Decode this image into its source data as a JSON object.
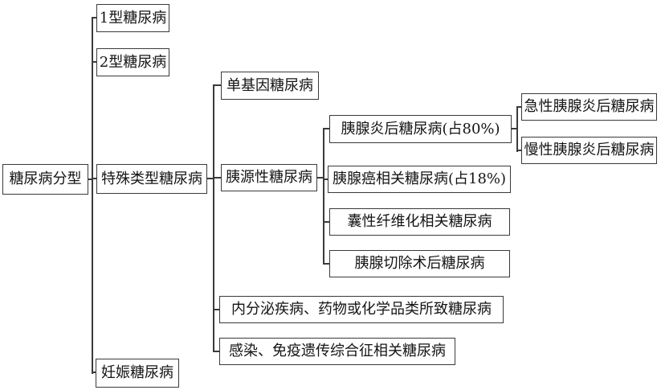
{
  "colors": {
    "background": "#ffffff",
    "line": "#3a3a3a",
    "text": "#141414"
  },
  "tree": {
    "label": "糖尿病分型",
    "children": [
      {
        "label": "1型糖尿病"
      },
      {
        "label": "2型糖尿病"
      },
      {
        "label": "特殊类型糖尿病",
        "children": [
          {
            "label": "单基因糖尿病"
          },
          {
            "label": "胰源性糖尿病",
            "children": [
              {
                "label": "胰腺炎后糖尿病(占80%)",
                "children": [
                  {
                    "label": "急性胰腺炎后糖尿病"
                  },
                  {
                    "label": "慢性胰腺炎后糖尿病"
                  }
                ]
              },
              {
                "label": "胰腺癌相关糖尿病(占18%)"
              },
              {
                "label": "囊性纤维化相关糖尿病"
              },
              {
                "label": "胰腺切除术后糖尿病"
              }
            ]
          },
          {
            "label": "内分泌疾病、药物或化学品类所致糖尿病"
          },
          {
            "label": "感染、免疫遗传综合征相关糖尿病"
          }
        ]
      },
      {
        "label": "妊娠糖尿病"
      }
    ]
  }
}
